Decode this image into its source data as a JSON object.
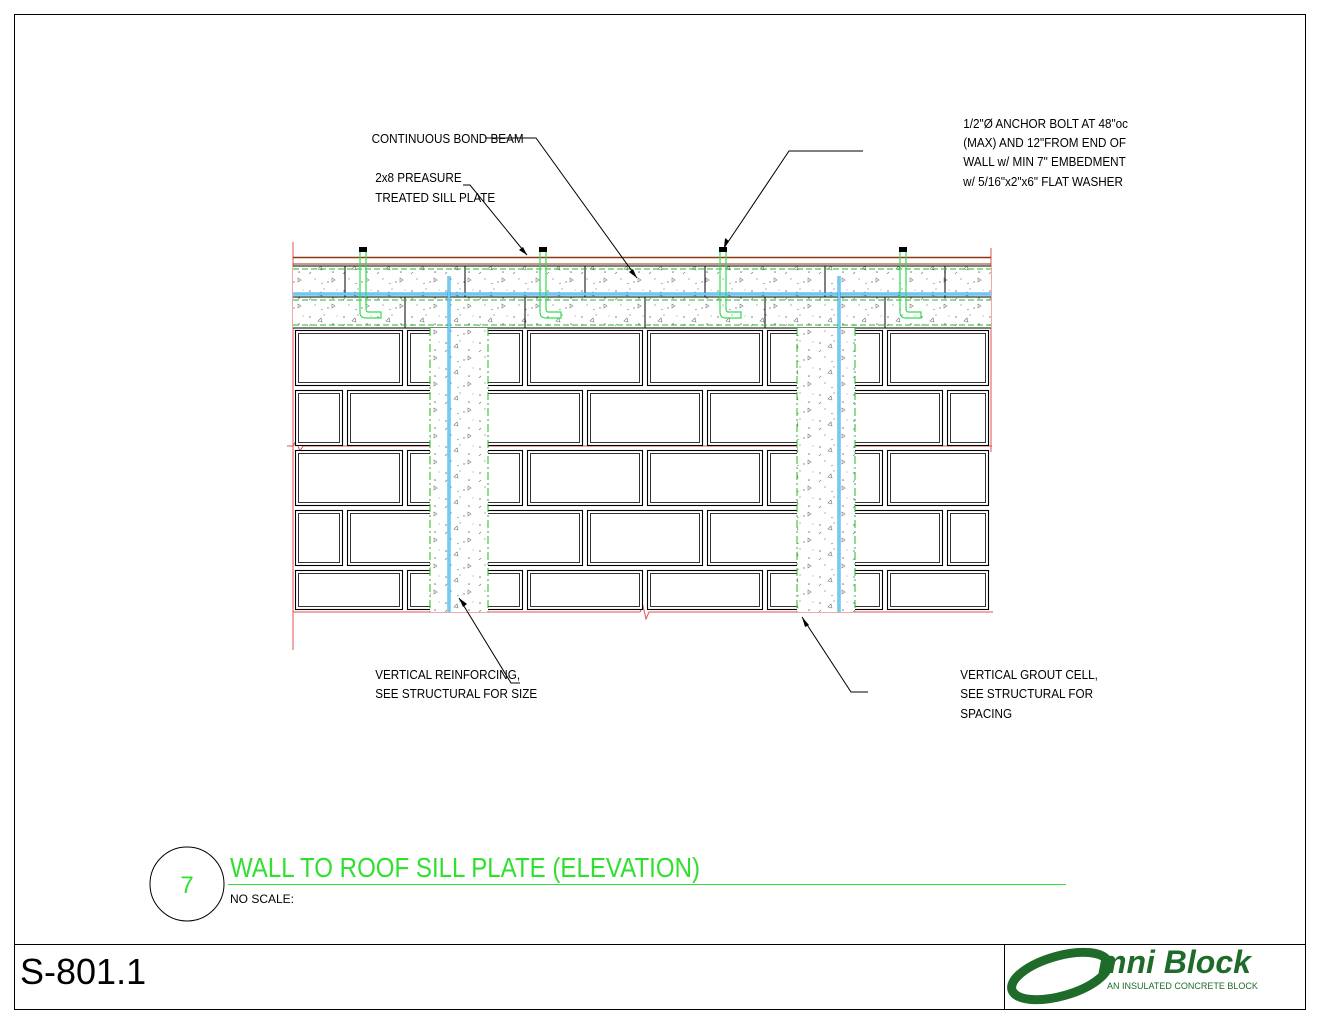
{
  "callouts": {
    "bond_beam": "CONTINUOUS BOND BEAM",
    "sill_plate": [
      "2x8 PREASURE",
      "TREATED SILL PLATE"
    ],
    "anchor_bolt": [
      "1/2\"Ø ANCHOR BOLT AT 48\"oc",
      "(MAX) AND 12\"FROM END OF",
      "WALL w/ MIN 7\" EMBEDMENT",
      "w/ 5/16\"x2\"x6\" FLAT WASHER"
    ],
    "vertical_reinforcing": [
      "VERTICAL REINFORCING,",
      "SEE STRUCTURAL FOR SIZE"
    ],
    "grout_cell": [
      "VERTICAL GROUT CELL,",
      "SEE STRUCTURAL FOR",
      "SPACING"
    ]
  },
  "detail": {
    "number": "7",
    "title": "WALL TO ROOF SILL PLATE (ELEVATION)",
    "scale": "NO SCALE:"
  },
  "title_block": {
    "sheet_number": "S-801.1",
    "logo_text": "Omni Block",
    "logo_tagline": "AN INSULATED CONCRETE BLOCK"
  },
  "colors": {
    "rebar": "#1aa6e6",
    "grout_outline": "#22b822",
    "anchor_bolt": "#33dd55",
    "sill_plate": "#8b3a0e",
    "break_line": "#e05050",
    "title_green": "#2fe02f",
    "logo_green": "#1e6b2a"
  }
}
